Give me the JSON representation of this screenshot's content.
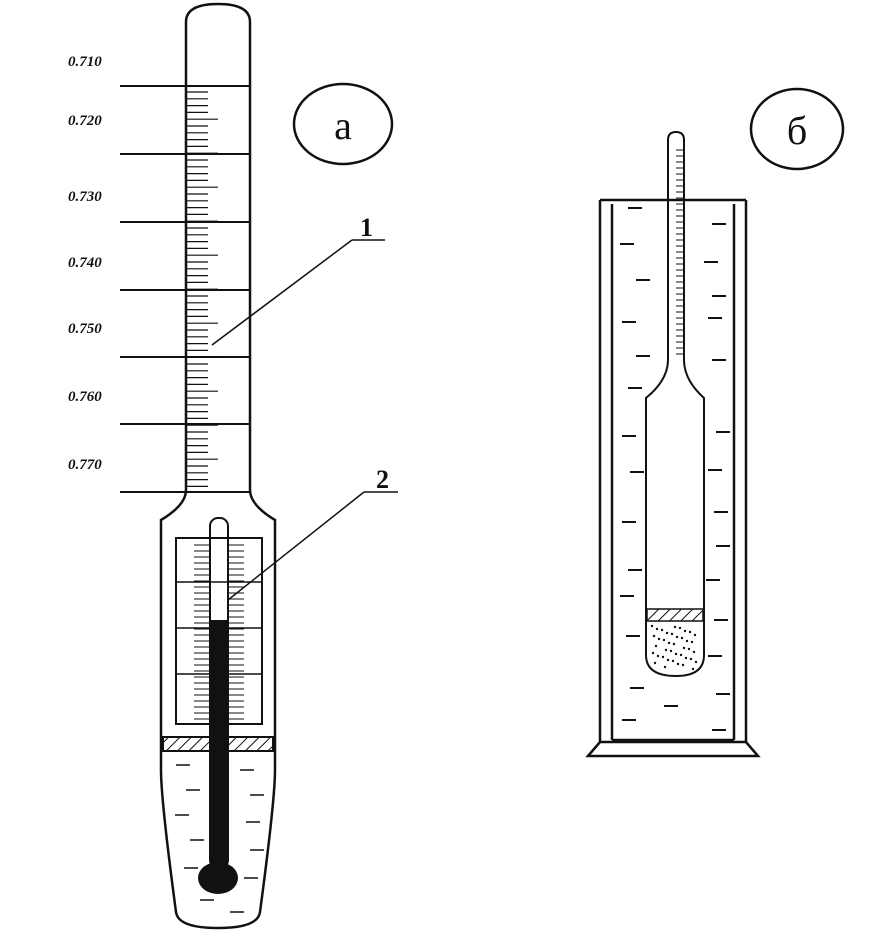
{
  "hydrometer_a": {
    "scale_labels": [
      "0.710",
      "0.720",
      "0.730",
      "0.740",
      "0.750",
      "0.760",
      "0.770"
    ],
    "callout_1": "1",
    "callout_2": "2"
  },
  "panel_labels": {
    "a": "а",
    "b": "б"
  },
  "colors": {
    "ink": "#111111",
    "background": "#ffffff"
  }
}
